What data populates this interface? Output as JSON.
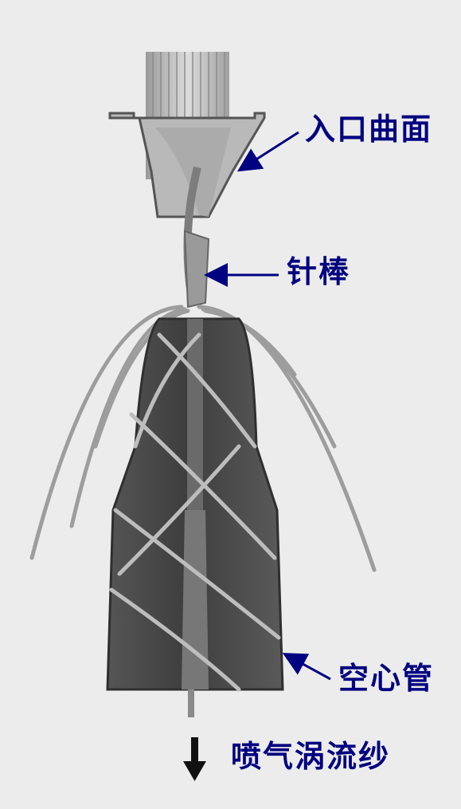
{
  "labels": {
    "inlet_surface": "入口曲面",
    "needle_rod": "针棒",
    "hollow_tube": "空心管",
    "output_yarn": "喷气涡流纱"
  },
  "colors": {
    "label": "#000080",
    "background": "#ececec",
    "tube_body": "#4a4a4a",
    "funnel": "#b8b8b8",
    "fiber": "#c8c8c8"
  },
  "icons": [
    "arrow-pointer-icon",
    "arrow-down-icon"
  ]
}
